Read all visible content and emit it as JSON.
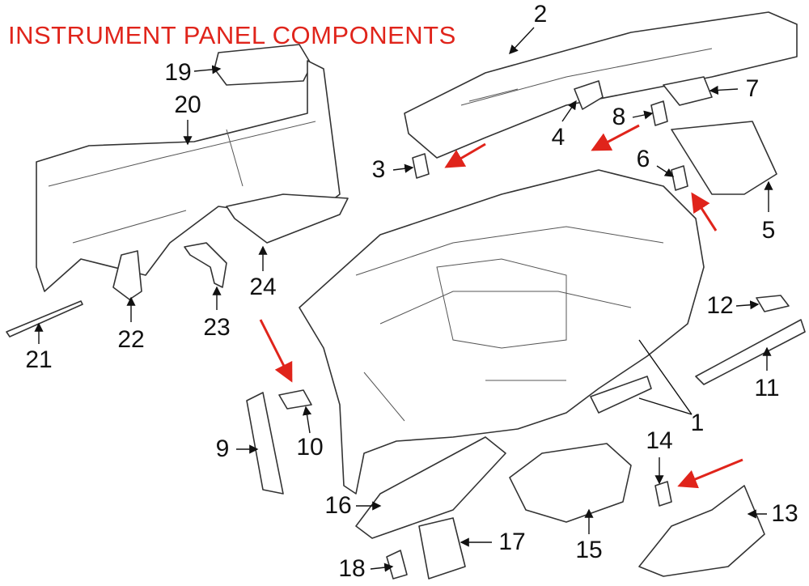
{
  "title": "INSTRUMENT PANEL COMPONENTS",
  "callouts": {
    "c1": "1",
    "c2": "2",
    "c3": "3",
    "c4": "4",
    "c5": "5",
    "c6": "6",
    "c7": "7",
    "c8": "8",
    "c9": "9",
    "c10": "10",
    "c11": "11",
    "c12": "12",
    "c13": "13",
    "c14": "14",
    "c15": "15",
    "c16": "16",
    "c17": "17",
    "c18": "18",
    "c19": "19",
    "c20": "20",
    "c21": "21",
    "c22": "22",
    "c23": "23",
    "c24": "24"
  },
  "colors": {
    "title": "#e0241b",
    "arrows": "#e0241b",
    "lines": "#333333"
  }
}
